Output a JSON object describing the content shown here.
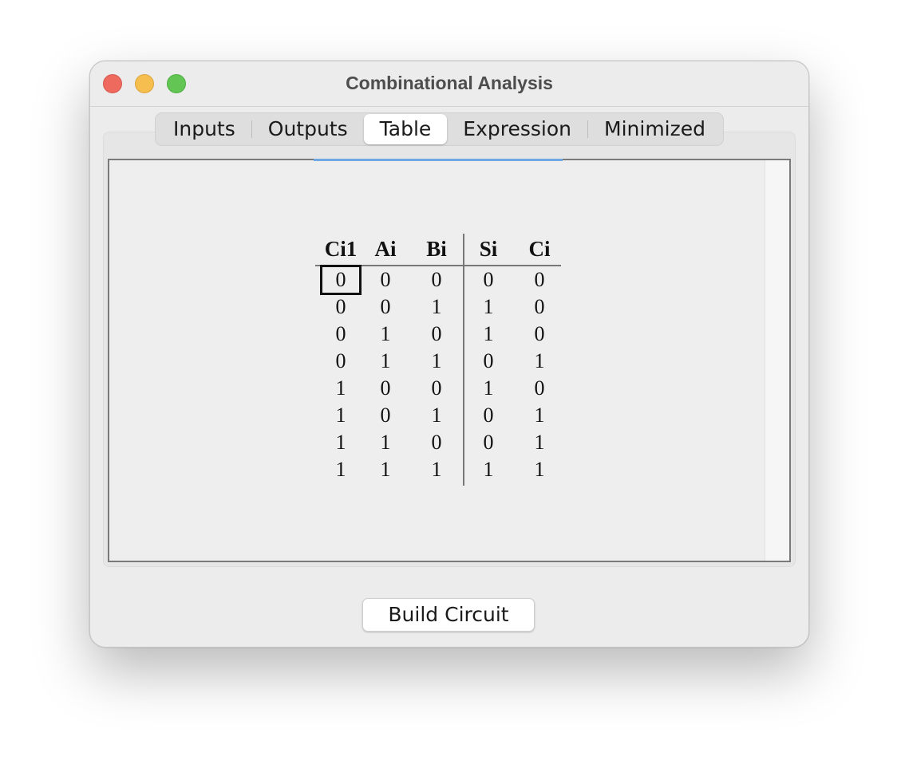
{
  "window": {
    "title": "Combinational Analysis"
  },
  "tabs": [
    {
      "label": "Inputs",
      "selected": false
    },
    {
      "label": "Outputs",
      "selected": false
    },
    {
      "label": "Table",
      "selected": true
    },
    {
      "label": "Expression",
      "selected": false
    },
    {
      "label": "Minimized",
      "selected": false
    }
  ],
  "truth_table": {
    "inputs": [
      "Ci1",
      "Ai",
      "Bi"
    ],
    "outputs": [
      "Si",
      "Ci"
    ],
    "rows": [
      [
        "0",
        "0",
        "0",
        "0",
        "0"
      ],
      [
        "0",
        "0",
        "1",
        "1",
        "0"
      ],
      [
        "0",
        "1",
        "0",
        "1",
        "0"
      ],
      [
        "0",
        "1",
        "1",
        "0",
        "1"
      ],
      [
        "1",
        "0",
        "0",
        "1",
        "0"
      ],
      [
        "1",
        "0",
        "1",
        "0",
        "1"
      ],
      [
        "1",
        "1",
        "0",
        "0",
        "1"
      ],
      [
        "1",
        "1",
        "1",
        "1",
        "1"
      ]
    ],
    "focused_cell": {
      "row": 0,
      "col": 0
    }
  },
  "footer": {
    "build_button_label": "Build Circuit"
  },
  "colors": {
    "close": "#ee6a5f",
    "minimize": "#f5be4f",
    "maximize": "#62c554",
    "focus_accent": "#6ea9e4"
  }
}
